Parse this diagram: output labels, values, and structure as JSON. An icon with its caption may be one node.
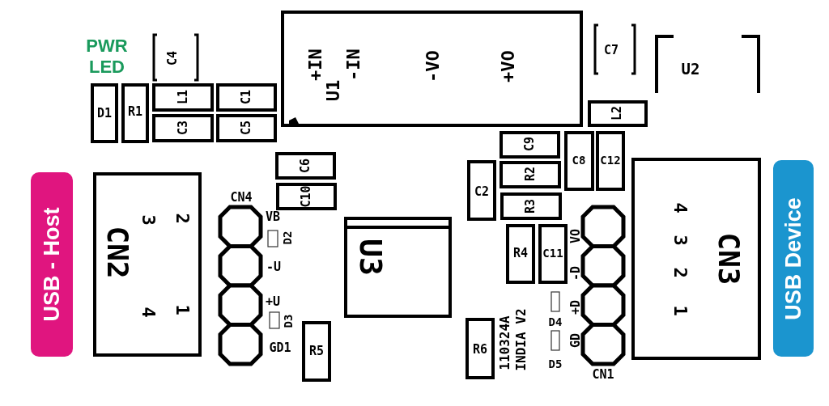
{
  "diagram": {
    "nodes": [
      {
        "text": [
          "C4"
        ]
      },
      {
        "text": [
          "D1"
        ]
      },
      {
        "text": [
          "R1"
        ]
      },
      {
        "text": [
          "L1"
        ]
      },
      {
        "text": [
          "C1"
        ]
      },
      {
        "text": [
          "C3"
        ]
      },
      {
        "text": [
          "C5"
        ]
      },
      {
        "text": [
          "U1",
          "+IN",
          "-IN",
          "-VO",
          "+VO"
        ]
      },
      {
        "text": [
          "C7"
        ]
      },
      {
        "text": [
          "U2"
        ]
      },
      {
        "text": [
          "L2"
        ]
      },
      {
        "text": [
          "USB - Host"
        ]
      },
      {
        "text": [
          "CN2"
        ]
      },
      {
        "text": [
          "C6"
        ]
      },
      {
        "text": [
          "C10"
        ]
      },
      {
        "text": [
          "CN4"
        ]
      },
      {
        "text": [
          "D2"
        ]
      },
      {
        "text": [
          "D3"
        ]
      },
      {
        "text": [
          "U3"
        ]
      },
      {
        "text": [
          "R5"
        ]
      },
      {
        "text": [
          "C9"
        ]
      },
      {
        "text": [
          "C8"
        ]
      },
      {
        "text": [
          "C12"
        ]
      },
      {
        "text": [
          "C2"
        ]
      },
      {
        "text": [
          "R2"
        ]
      },
      {
        "text": [
          "R3"
        ]
      },
      {
        "text": [
          "R4"
        ]
      },
      {
        "text": [
          "C11"
        ]
      },
      {
        "text": [
          "CN1"
        ]
      },
      {
        "text": [
          "CN3"
        ]
      },
      {
        "text": [
          "USB Device"
        ]
      },
      {
        "text": [
          "D4"
        ]
      },
      {
        "text": [
          "D5"
        ]
      },
      {
        "text": [
          "R6"
        ]
      }
    ],
    "labels": [
      "PWR LED",
      "2",
      "3",
      "4",
      "1",
      "VB",
      "-U",
      "+U",
      "GD1",
      "4",
      "3",
      "2",
      "1",
      "VO",
      "-D",
      "+D",
      "GD",
      "110324A",
      "INDIA V2"
    ]
  }
}
